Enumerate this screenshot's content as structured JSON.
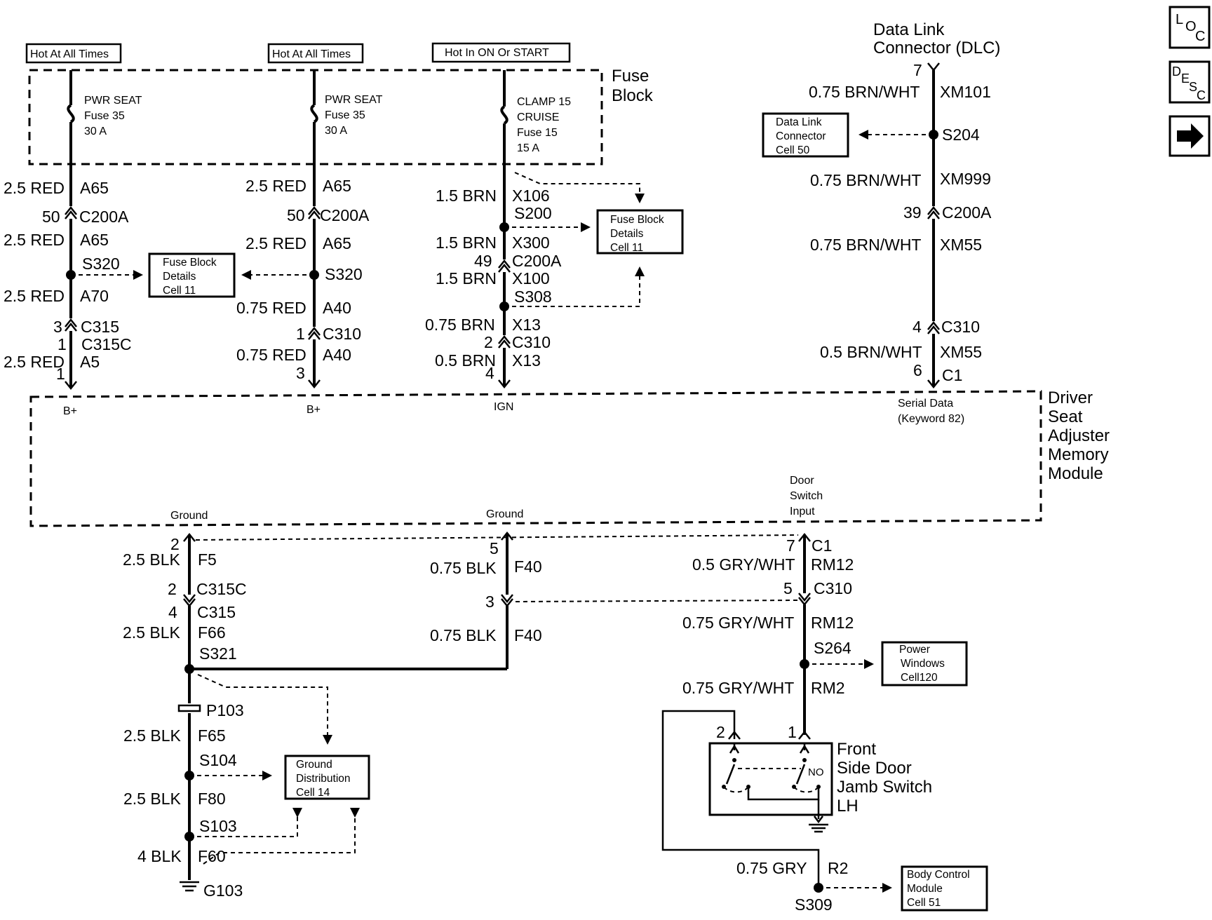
{
  "power": {
    "hot_left": "Hot At All Times",
    "hot_mid": "Hot At All Times",
    "hot_ign": "Hot In ON Or START"
  },
  "fuse_block": {
    "title_1": "Fuse",
    "title_2": "Block",
    "left": {
      "l1": "PWR SEAT",
      "l2": "Fuse 35",
      "l3": "30 A"
    },
    "mid": {
      "l1": "PWR SEAT",
      "l2": "Fuse 35",
      "l3": "30 A"
    },
    "ign": {
      "l1": "CLAMP 15",
      "l2": "CRUISE",
      "l3": "Fuse 15",
      "l4": "15 A"
    }
  },
  "dlc": {
    "title_1": "Data Link",
    "title_2": "Connector (DLC)",
    "pin": "7"
  },
  "refs": {
    "dlc_cell": {
      "l1": "Data Link",
      "l2": "Connector",
      "l3": "Cell 50"
    },
    "fuse_cell_left": {
      "l1": "Fuse Block",
      "l2": "Details",
      "l3": "Cell 11"
    },
    "fuse_cell_right": {
      "l1": "Fuse Block",
      "l2": "Details",
      "l3": "Cell 11"
    },
    "ground_dist": {
      "l1": "Ground",
      "l2": "Distribution",
      "l3": "Cell 14"
    },
    "power_windows": {
      "l1": "Power",
      "l2": "Windows",
      "l3": "Cell120"
    },
    "bcm": {
      "l1": "Body Control",
      "l2": "Module",
      "l3": "Cell 51"
    }
  },
  "col1": {
    "w1_color": "2.5 RED",
    "w1_circuit": "A65",
    "c1_pin": "50",
    "c1_name": "C200A",
    "w2_color": "2.5 RED",
    "w2_circuit": "A65",
    "splice": "S320",
    "w3_color": "2.5 RED",
    "w3_circuit": "A70",
    "c2_pin": "3",
    "c2_name": "C315",
    "c3_pin": "1",
    "c3_name": "C315C",
    "w4_color": "2.5 RED",
    "w4_circuit": "A5",
    "end_pin": "1",
    "module_label": "B+"
  },
  "col2": {
    "w1_color": "2.5 RED",
    "w1_circuit": "A65",
    "c1_pin": "50",
    "c1_name": "C200A",
    "w2_color": "2.5 RED",
    "w2_circuit": "A65",
    "splice": "S320",
    "w3_color": "0.75 RED",
    "w3_circuit": "A40",
    "c2_pin": "1",
    "c2_name": "C310",
    "w4_color": "0.75 RED",
    "w4_circuit": "A40",
    "end_pin": "3",
    "module_label": "B+"
  },
  "col3": {
    "w1_color": "1.5 BRN",
    "w1_circuit": "X106",
    "splice1": "S200",
    "w2_color": "1.5 BRN",
    "w2_circuit": "X300",
    "c1_pin": "49",
    "c1_name": "C200A",
    "w3_color": "1.5 BRN",
    "w3_circuit": "X100",
    "splice2": "S308",
    "w4_color": "0.75 BRN",
    "w4_circuit": "X13",
    "c2_pin": "2",
    "c2_name": "C310",
    "w5_color": "0.5 BRN",
    "w5_circuit": "X13",
    "end_pin": "4",
    "module_label": "IGN"
  },
  "col4": {
    "w1_color": "0.75 BRN/WHT",
    "w1_circuit": "XM101",
    "splice": "S204",
    "w2_color": "0.75 BRN/WHT",
    "w2_circuit": "XM999",
    "c1_pin": "39",
    "c1_name": "C200A",
    "w3_color": "0.75 BRN/WHT",
    "w3_circuit": "XM55",
    "c2_pin": "4",
    "c2_name": "C310",
    "w4_color": "0.5 BRN/WHT",
    "w4_circuit": "XM55",
    "end_pin": "6",
    "end_name": "C1",
    "module_l1": "Serial Data",
    "module_l2": "(Keyword 82)"
  },
  "module": {
    "name_1": "Driver",
    "name_2": "Seat",
    "name_3": "Adjuster",
    "name_4": "Memory",
    "name_5": "Module",
    "ground_1": "Ground",
    "ground_2": "Ground",
    "door_1": "Door",
    "door_2": "Switch",
    "door_3": "Input"
  },
  "gnd1": {
    "pin_top": "2",
    "w1_color": "2.5 BLK",
    "w1_circuit": "F5",
    "c1_pin": "2",
    "c1_name": "C315C",
    "c2_pin": "4",
    "c2_name": "C315",
    "w2_color": "2.5 BLK",
    "w2_circuit": "F66",
    "splice1": "S321",
    "pigtail": "P103",
    "w3_color": "2.5 BLK",
    "w3_circuit": "F65",
    "splice2": "S104",
    "w4_color": "2.5 BLK",
    "w4_circuit": "F80",
    "splice3": "S103",
    "w5_color": "4 BLK",
    "w5_circuit": "F60",
    "ground": "G103"
  },
  "gnd2": {
    "pin_top": "5",
    "w1_color": "0.75 BLK",
    "w1_circuit": "F40",
    "c1_pin": "3",
    "w2_color": "0.75 BLK",
    "w2_circuit": "F40"
  },
  "door": {
    "pin_top": "7",
    "pin_top_name": "C1",
    "w1_color": "0.5 GRY/WHT",
    "w1_circuit": "RM12",
    "c1_pin": "5",
    "c1_name": "C310",
    "w2_color": "0.75 GRY/WHT",
    "w2_circuit": "RM12",
    "splice": "S264",
    "w3_color": "0.75 GRY/WHT",
    "w3_circuit": "RM2",
    "sw_pin1": "1",
    "sw_pin2": "2",
    "sw_no": "NO",
    "sw_name_1": "Front",
    "sw_name_2": "Side Door",
    "sw_name_3": "Jamb Switch",
    "sw_name_4": "LH",
    "w4_color": "0.75 GRY",
    "w4_circuit": "R2",
    "splice2": "S309"
  },
  "nav_buttons": {
    "loc": "LOC",
    "desc": "DESC",
    "next": "next-arrow-icon"
  }
}
